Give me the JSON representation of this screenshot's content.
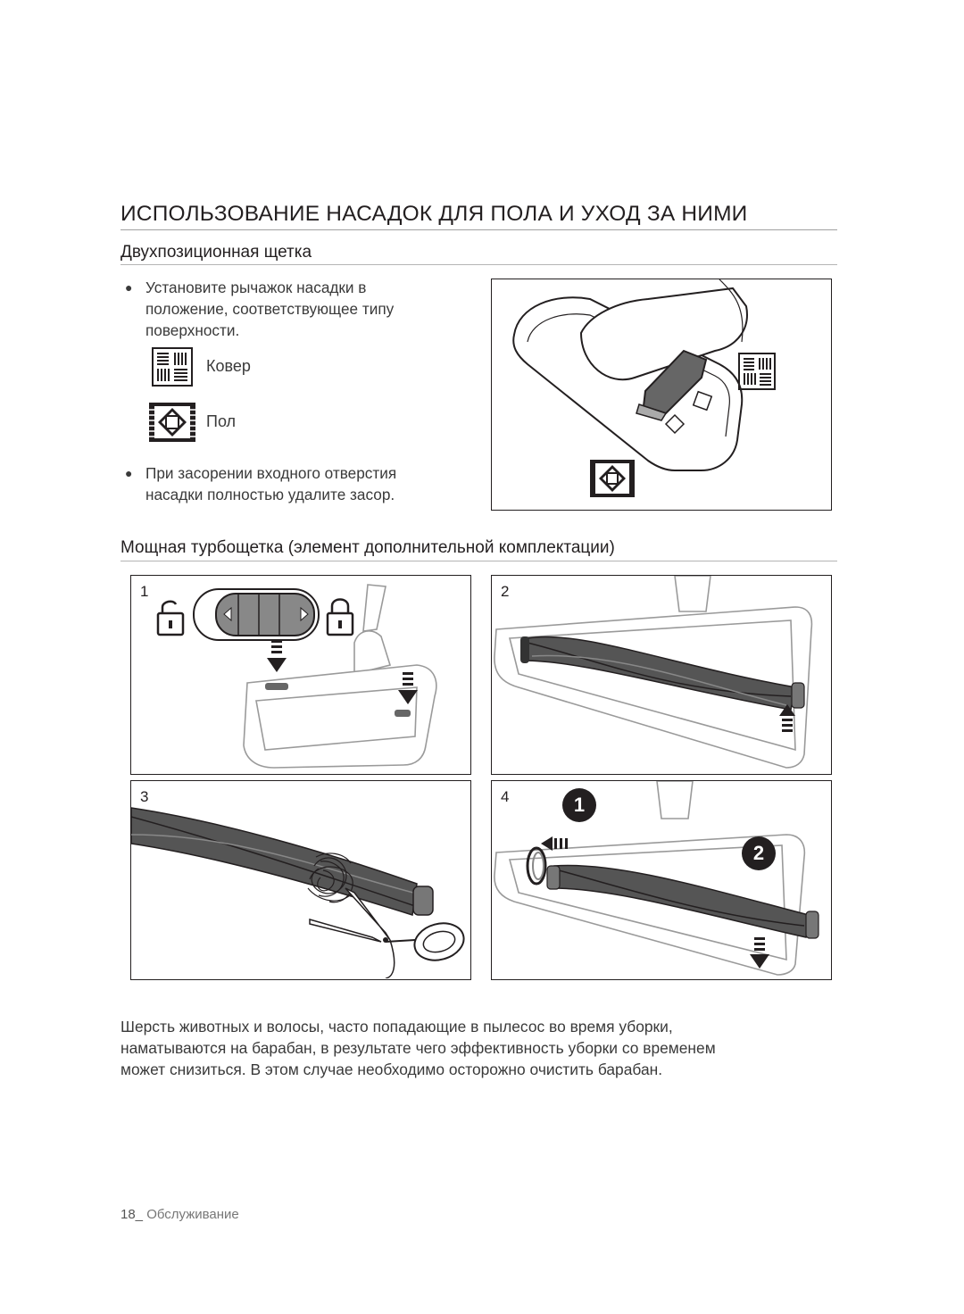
{
  "page": {
    "title": "ИСПОЛЬЗОВАНИЕ НАСАДОК ДЛЯ ПОЛА И УХОД ЗА НИМИ",
    "footer_page": "18_",
    "footer_section": "Обслуживание"
  },
  "section1": {
    "heading": "Двухпозиционная щетка",
    "bullet1_line1": "Установите рычажок насадки в",
    "bullet1_line2": "положение, соответствующее типу",
    "bullet1_line3": "поверхности.",
    "legend_carpet": "Ковер",
    "legend_floor": "Пол",
    "bullet2_line1": "При засорении входного отверстия",
    "bullet2_line2": "насадки полностью удалите засор."
  },
  "section2": {
    "heading": "Мощная турбощетка (элемент дополнительной комплектации)",
    "steps": [
      "1",
      "2",
      "3",
      "4"
    ],
    "badge1": "1",
    "badge2": "2",
    "para_line1": "Шерсть животных и волосы, часто попадающие в пылесос во время уборки,",
    "para_line2": "наматываются на барабан, в результате чего эффективность уборки со временем",
    "para_line3": "может снизиться. В этом случае необходимо осторожно очистить барабан."
  }
}
